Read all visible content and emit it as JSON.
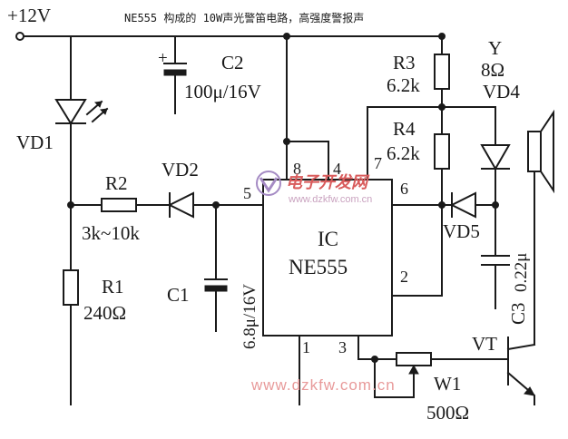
{
  "title": "NE555 构成的 10W声光警笛电路，高强度警报声",
  "supply": "+12V",
  "ic": {
    "name": "IC",
    "part": "NE555",
    "pins": {
      "p8": "8",
      "p4": "4",
      "p7": "7",
      "p6": "6",
      "p5": "5",
      "p2": "2",
      "p1": "1",
      "p3": "3"
    }
  },
  "components": {
    "vd1": "VD1",
    "vd2": "VD2",
    "r2": {
      "name": "R2",
      "value": "3k~10k"
    },
    "r1": {
      "name": "R1",
      "value": "240Ω"
    },
    "c1": {
      "name": "C1",
      "value": "6.8μ/16V"
    },
    "c2": {
      "name": "C2",
      "value": "100μ/16V"
    },
    "r3": {
      "name": "R3",
      "value": "6.2k"
    },
    "r4": {
      "name": "R4",
      "value": "6.2k"
    },
    "y": {
      "name": "Y",
      "value": "8Ω"
    },
    "vd4": "VD4",
    "vd5": "VD5",
    "c3": {
      "name": "C3",
      "value": "0.22μ"
    },
    "vt": "VT",
    "w1": {
      "name": "W1",
      "value": "500Ω"
    }
  },
  "watermark": {
    "url": "www.dzkfw.com.cn",
    "logo_text": "电子开发网",
    "logo_url": "www.dzkfw.com.cn"
  },
  "colors": {
    "ink": "#1a1a1a",
    "watermark": "#e89a9a"
  }
}
